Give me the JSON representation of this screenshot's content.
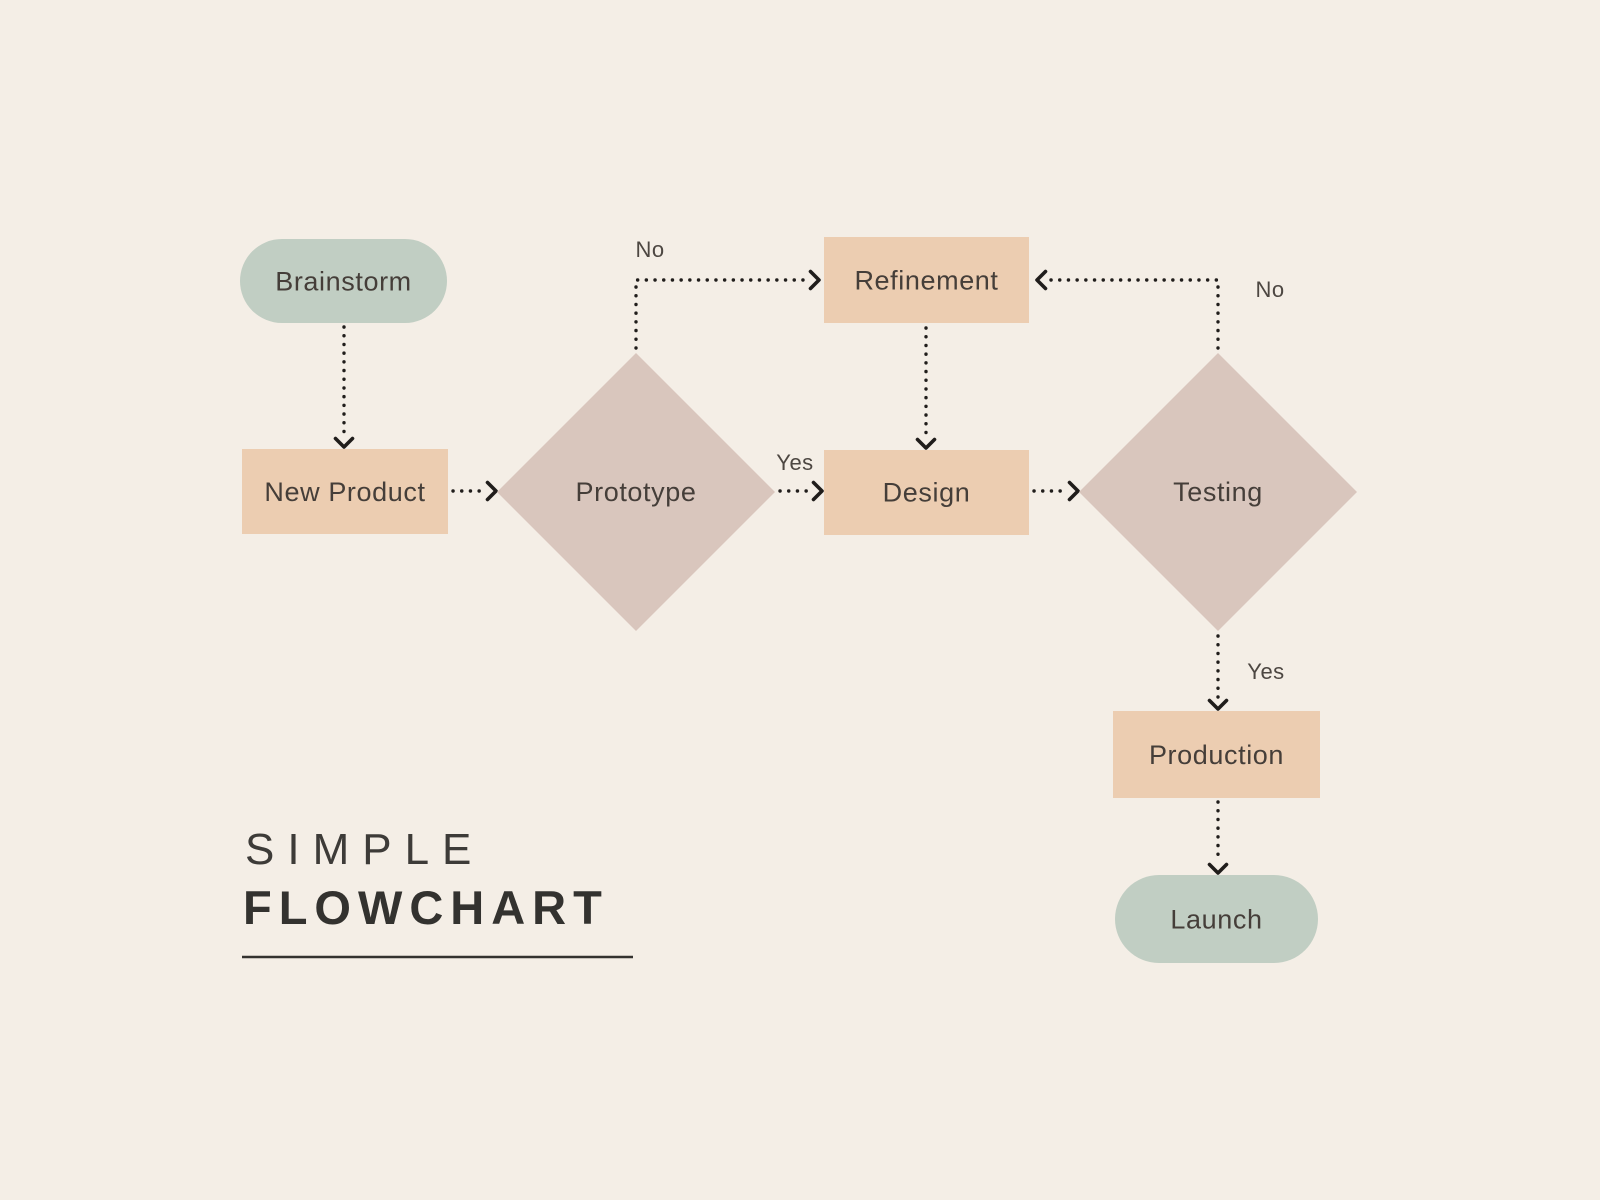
{
  "document": {
    "title_line1": "SIMPLE",
    "title_line2": "FLOWCHART"
  },
  "colors": {
    "background": "#f4eee6",
    "terminator_sage": "#c1cec3",
    "process_peach": "#eccdb1",
    "decision_mauve": "#d9c6bd",
    "connector_line": "#201d1b",
    "node_text": "#453e39",
    "edge_label_text": "#4d4742",
    "title_text": "#33322f"
  },
  "nodes": {
    "brainstorm": {
      "label": "Brainstorm",
      "type": "terminator"
    },
    "new_product": {
      "label": "New Product",
      "type": "process"
    },
    "prototype": {
      "label": "Prototype",
      "type": "decision"
    },
    "refinement": {
      "label": "Refinement",
      "type": "process"
    },
    "design": {
      "label": "Design",
      "type": "process"
    },
    "testing": {
      "label": "Testing",
      "type": "decision"
    },
    "production": {
      "label": "Production",
      "type": "process"
    },
    "launch": {
      "label": "Launch",
      "type": "terminator"
    }
  },
  "edge_labels": {
    "prototype_no": "No",
    "prototype_yes": "Yes",
    "testing_no": "No",
    "testing_yes": "Yes"
  }
}
